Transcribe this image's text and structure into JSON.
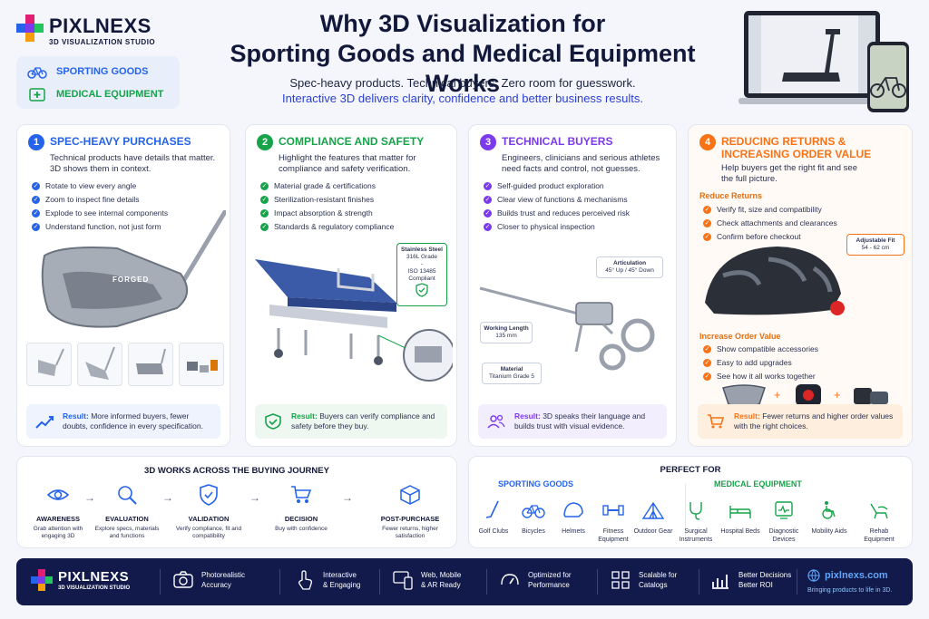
{
  "brand": {
    "name": "PIXLNEXS",
    "tagline": "3D VISUALIZATION STUDIO"
  },
  "categories": [
    "SPORTING GOODS",
    "MEDICAL EQUIPMENT"
  ],
  "title_line1": "Why 3D Visualization for",
  "title_line2": "Sporting Goods and Medical Equipment Works",
  "subtitle1": "Spec-heavy products. Technical buyers. Zero room for guesswork.",
  "subtitle2": "Interactive 3D delivers clarity, confidence and better business results.",
  "colors": {
    "card1": "#2563eb",
    "card2": "#16a34a",
    "card3": "#7c3aed",
    "card4": "#f97316",
    "navy": "#111a4a"
  },
  "cards": [
    {
      "num": "1",
      "title": "SPEC-HEAVY PURCHASES",
      "desc": "Technical products have details that matter. 3D shows them in context.",
      "bullets": [
        "Rotate to view every angle",
        "Zoom to inspect fine details",
        "Explode to see internal components",
        "Understand function, not just form"
      ],
      "product_label": "FORGED",
      "result_label": "Result:",
      "result_text": "More informed buyers, fewer doubts, confidence in every specification."
    },
    {
      "num": "2",
      "title": "COMPLIANCE AND SAFETY",
      "desc": "Highlight the features that matter for compliance and safety verification.",
      "bullets": [
        "Material grade & certifications",
        "Sterilization-resistant finishes",
        "Impact absorption & strength",
        "Standards & regulatory compliance"
      ],
      "callout_l1": "Stainless Steel",
      "callout_l2": "316L Grade",
      "callout_dash": "-",
      "callout_l3": "ISO 13485",
      "callout_l4": "Compliant",
      "result_label": "Result:",
      "result_text": "Buyers can verify compliance and safety before they buy."
    },
    {
      "num": "3",
      "title": "TECHNICAL BUYERS",
      "desc": "Engineers, clinicians and serious athletes need facts and control, not guesses.",
      "bullets": [
        "Self-guided product exploration",
        "Clear view of functions & mechanisms",
        "Builds trust and reduces perceived risk",
        "Closer to physical inspection"
      ],
      "articulation_l1": "Articulation",
      "articulation_l2": "45° Up / 45° Down",
      "length_l1": "Working Length",
      "length_l2": "135 mm",
      "material_l1": "Material",
      "material_l2": "Titanium Grade 5",
      "result_label": "Result:",
      "result_text": "3D speaks their language and builds trust with visual evidence."
    },
    {
      "num": "4",
      "title_l1": "REDUCING RETURNS &",
      "title_l2": "INCREASING ORDER VALUE",
      "desc": "Help buyers get the right fit and see the full picture.",
      "returns_label": "Reduce Returns",
      "returns": [
        "Verify fit, size and compatibility",
        "Check attachments and clearances",
        "Confirm before checkout"
      ],
      "fit_l1": "Adjustable Fit",
      "fit_l2": "54 - 62 cm",
      "order_label": "Increase Order Value",
      "order": [
        "Show compatible accessories",
        "Easy to add upgrades",
        "See how it all works together"
      ],
      "plus": "+",
      "result_label": "Result:",
      "result_text": "Fewer returns and higher order values with the right choices."
    }
  ],
  "journey": {
    "title": "3D WORKS ACROSS THE BUYING JOURNEY",
    "arrow": "→",
    "steps": [
      {
        "name": "AWARENESS",
        "desc": "Grab attention with engaging 3D"
      },
      {
        "name": "EVALUATION",
        "desc": "Explore specs, materials and functions"
      },
      {
        "name": "VALIDATION",
        "desc": "Verify compliance, fit and compatibility"
      },
      {
        "name": "DECISION",
        "desc": "Buy with confidence"
      },
      {
        "name": "POST-PURCHASE",
        "desc": "Fewer returns, higher satisfaction"
      }
    ]
  },
  "perfect_for": {
    "title": "PERFECT FOR",
    "sporting_label": "SPORTING GOODS",
    "medical_label": "MEDICAL EQUIPMENT",
    "sporting": [
      "Golf Clubs",
      "Bicycles",
      "Helmets",
      "Fitness Equipment",
      "Outdoor Gear"
    ],
    "medical": [
      "Surgical Instruments",
      "Hospital Beds",
      "Diagnostic Devices",
      "Mobility Aids",
      "Rehab Equipment"
    ]
  },
  "footer": {
    "items": [
      {
        "l1": "Photorealistic",
        "l2": "Accuracy"
      },
      {
        "l1": "Interactive",
        "l2": "& Engaging"
      },
      {
        "l1": "Web, Mobile",
        "l2": "& AR Ready"
      },
      {
        "l1": "Optimized for",
        "l2": "Performance"
      },
      {
        "l1": "Scalable for",
        "l2": "Catalogs"
      },
      {
        "l1": "Better Decisions",
        "l2": "Better ROI"
      }
    ],
    "site": "pixlnexs.com",
    "site_tag": "Bringing products to life in 3D."
  }
}
